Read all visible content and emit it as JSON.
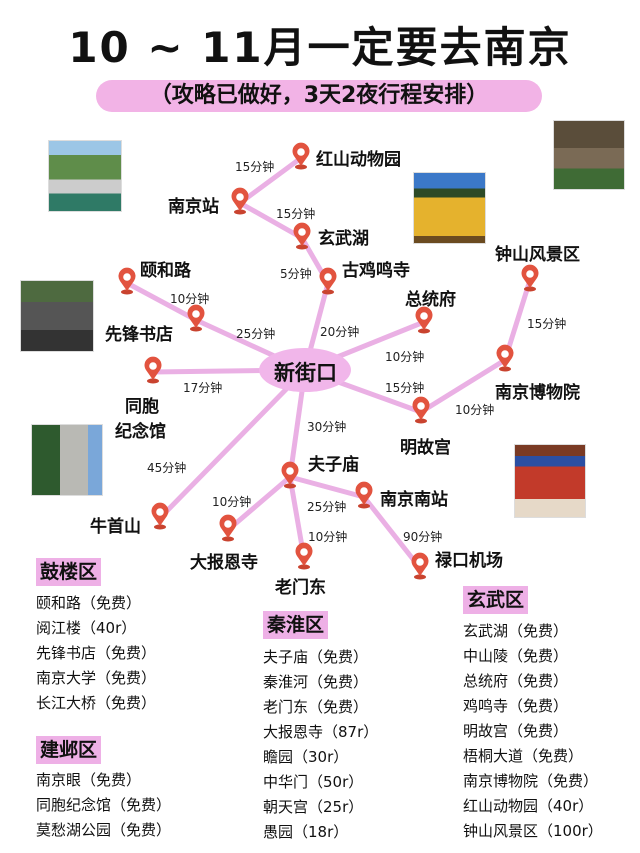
{
  "title": "10 ~ 11月一定要去南京",
  "subtitle": "（攻略已做好，3天2夜行程安排）",
  "colors": {
    "line": "#eab0e4",
    "hub": "#f1b6ea",
    "pin": "#e2533f",
    "tag": "#eeb0e6"
  },
  "map": {
    "hub": "新街口",
    "nodes": [
      {
        "label": "红山动物园"
      },
      {
        "label": "南京站"
      },
      {
        "label": "玄武湖"
      },
      {
        "label": "古鸡鸣寺"
      },
      {
        "label": "颐和路"
      },
      {
        "label": "先锋书店"
      },
      {
        "label": "新街口"
      },
      {
        "label": "总统府"
      },
      {
        "label": "钟山风景区"
      },
      {
        "label": "南京博物院"
      },
      {
        "label": "明故宫"
      },
      {
        "label": "同胞",
        "label2": "纪念馆"
      },
      {
        "label": "牛首山"
      },
      {
        "label": "夫子庙"
      },
      {
        "label": "南京南站"
      },
      {
        "label": "大报恩寺"
      },
      {
        "label": "老门东"
      },
      {
        "label": "禄口机场"
      }
    ],
    "edges": [
      {
        "from": 0,
        "to": 1,
        "time": "15分钟"
      },
      {
        "from": 1,
        "to": 2,
        "time": "15分钟"
      },
      {
        "from": 2,
        "to": 3,
        "time": "5分钟"
      },
      {
        "from": 3,
        "to": 6,
        "time": "20分钟"
      },
      {
        "from": 4,
        "to": 5,
        "time": "10分钟"
      },
      {
        "from": 5,
        "to": 6,
        "time": "25分钟"
      },
      {
        "from": 11,
        "to": 6,
        "time": "17分钟"
      },
      {
        "from": 6,
        "to": 7,
        "time": "10分钟"
      },
      {
        "from": 6,
        "to": 10,
        "time": "15分钟"
      },
      {
        "from": 10,
        "to": 9,
        "time": "10分钟"
      },
      {
        "from": 9,
        "to": 8,
        "time": "15分钟"
      },
      {
        "from": 6,
        "to": 12,
        "time": "45分钟"
      },
      {
        "from": 6,
        "to": 13,
        "time": "30分钟"
      },
      {
        "from": 13,
        "to": 15,
        "time": "10分钟"
      },
      {
        "from": 13,
        "to": 14,
        "time": "25分钟"
      },
      {
        "from": 13,
        "to": 16,
        "time": "10分钟"
      },
      {
        "from": 14,
        "to": 17,
        "time": "90分钟"
      }
    ]
  },
  "districts": [
    {
      "name": "鼓楼区",
      "items": [
        "颐和路（免费）",
        "阅江楼（40r）",
        "先锋书店（免费）",
        "南京大学（免费）",
        "长江大桥（免费）"
      ]
    },
    {
      "name": "建邺区",
      "items": [
        "南京眼（免费）",
        "同胞纪念馆（免费）",
        "莫愁湖公园（免费）"
      ]
    },
    {
      "name": "秦淮区",
      "items": [
        "夫子庙（免费）",
        "秦淮河（免费）",
        "老门东（免费）",
        "大报恩寺（87r）",
        "瞻园（30r）",
        "中华门（50r）",
        "朝天宫（25r）",
        "愚园（18r）"
      ]
    },
    {
      "name": "玄武区",
      "items": [
        "玄武湖（免费）",
        "中山陵（免费）",
        "总统府（免费）",
        "鸡鸣寺（免费）",
        "明故宫（免费）",
        "梧桐大道（免费）",
        "南京博物院（免费）",
        "红山动物园（40r）",
        "钟山风景区（100r）"
      ]
    }
  ]
}
